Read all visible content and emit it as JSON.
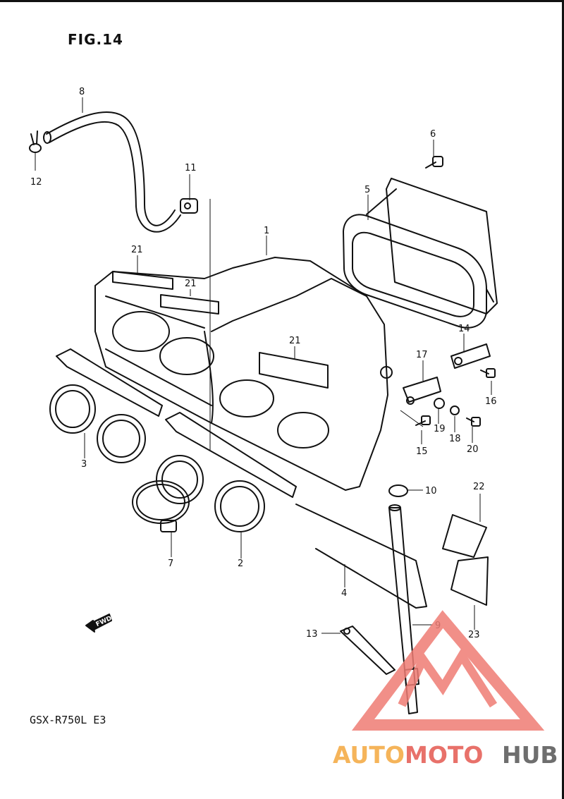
{
  "figure": {
    "title": "FIG.14",
    "model_code": "GSX-R750L  E3"
  },
  "fwd_label": "FWD",
  "callouts": [
    "1",
    "2",
    "3",
    "4",
    "5",
    "6",
    "7",
    "8",
    "9",
    "10",
    "11",
    "12",
    "13",
    "14",
    "15",
    "16",
    "17",
    "18",
    "19",
    "20",
    "21",
    "21",
    "21",
    "22",
    "23"
  ],
  "watermark": {
    "part1": "AUTO",
    "part2": "MOTO",
    "part3": "HUB",
    "colors": {
      "part1": "#f5b45a",
      "part2": "#e8716a",
      "part3": "#6e6e6e",
      "logo": "#ef7c74"
    }
  }
}
